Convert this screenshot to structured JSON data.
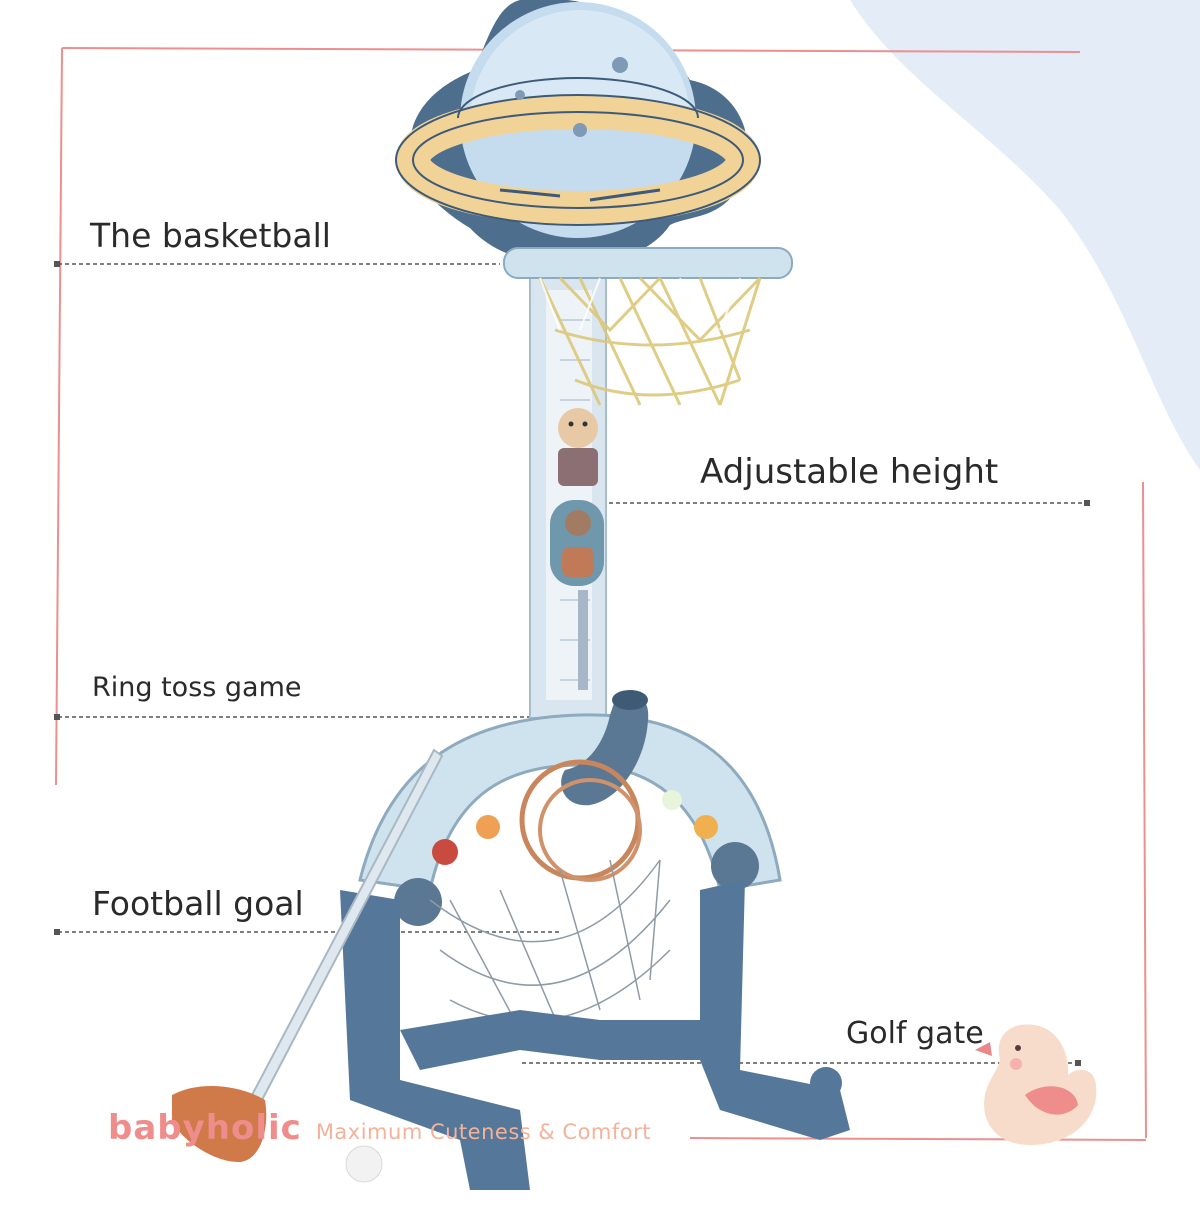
{
  "labels": {
    "basketball": "The basketball",
    "adjustable_height": "Adjustable height",
    "ring_toss": "Ring toss game",
    "football_goal": "Football goal",
    "golf_gate": "Golf gate"
  },
  "brand": {
    "name": "babyholic",
    "tagline": "Maximum Cuteness & Comfort"
  },
  "colors": {
    "frame_line": "#ec8f8f",
    "toy_blue": "#4e6e8e",
    "toy_light_blue": "#cfe3ef",
    "planet_ring": "#f1d398",
    "brand_pink": "#ee8d8b"
  }
}
